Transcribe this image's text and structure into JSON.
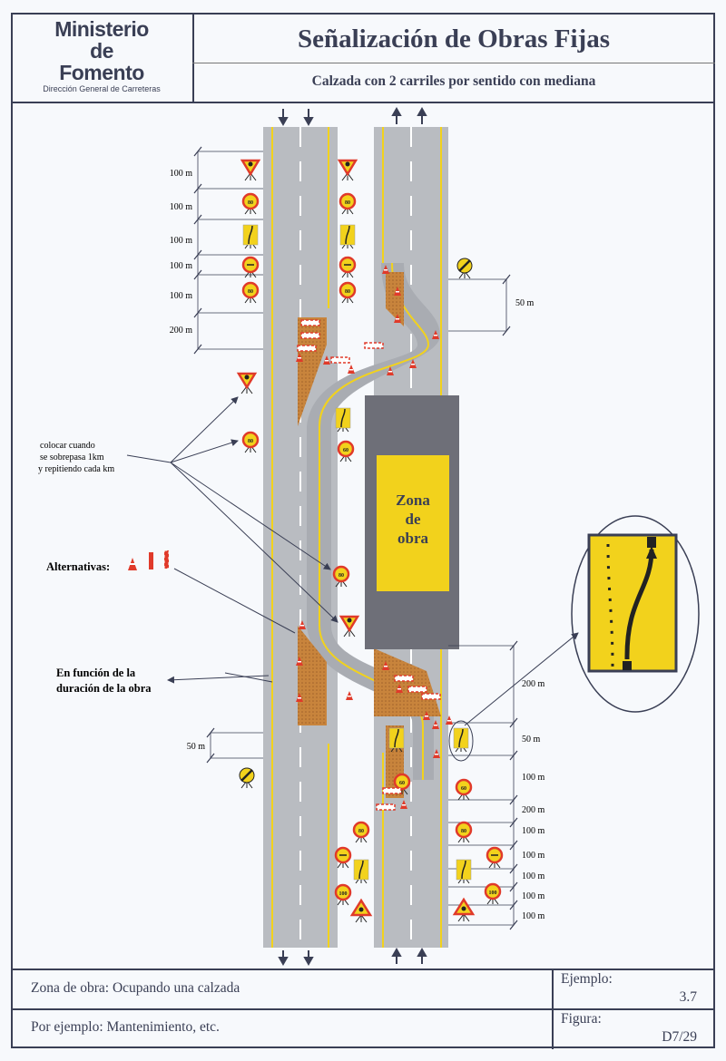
{
  "header": {
    "logo_line1": "Ministerio",
    "logo_line2": "de",
    "logo_line3": "Fomento",
    "logo_sub": "Dirección General de Carreteras",
    "title": "Señalización de Obras Fijas",
    "subtitle": "Calzada con 2 carriles por sentido con mediana"
  },
  "diagram": {
    "work_zone": [
      "Zona",
      "de",
      "obra"
    ],
    "note_km": [
      "colocar cuando",
      "se sobrepasa  1km",
      "y repitiendo  cada km"
    ],
    "alternatives_label": "Alternativas:",
    "duration_note": [
      "En función de la",
      "duración de la obra"
    ],
    "left_distances": [
      "100 m",
      "100 m",
      "100 m",
      "100 m",
      "100 m",
      "200 m",
      "50 m"
    ],
    "right_distances_top": [
      "50 m"
    ],
    "right_distances_bottom": [
      "200 m",
      "50 m",
      "100 m",
      "200 m",
      "100 m",
      "100 m",
      "100 m",
      "100 m",
      "100 m"
    ],
    "speed_limits": {
      "s80": "80",
      "s60": "60",
      "s100": "100"
    },
    "colors": {
      "road": "#b9bcc1",
      "yellow": "#f2d21c",
      "work_area": "#c8843c",
      "zone_box": "#6e6f78",
      "sign_red": "#e03a2a"
    }
  },
  "footer": {
    "description": "Zona de obra: Ocupando una calzada",
    "example_label": "Ejemplo:",
    "example_value": "3.7",
    "note": "Por ejemplo: Mantenimiento, etc.",
    "figure_label": "Figura:",
    "figure_value": "D7/29"
  }
}
